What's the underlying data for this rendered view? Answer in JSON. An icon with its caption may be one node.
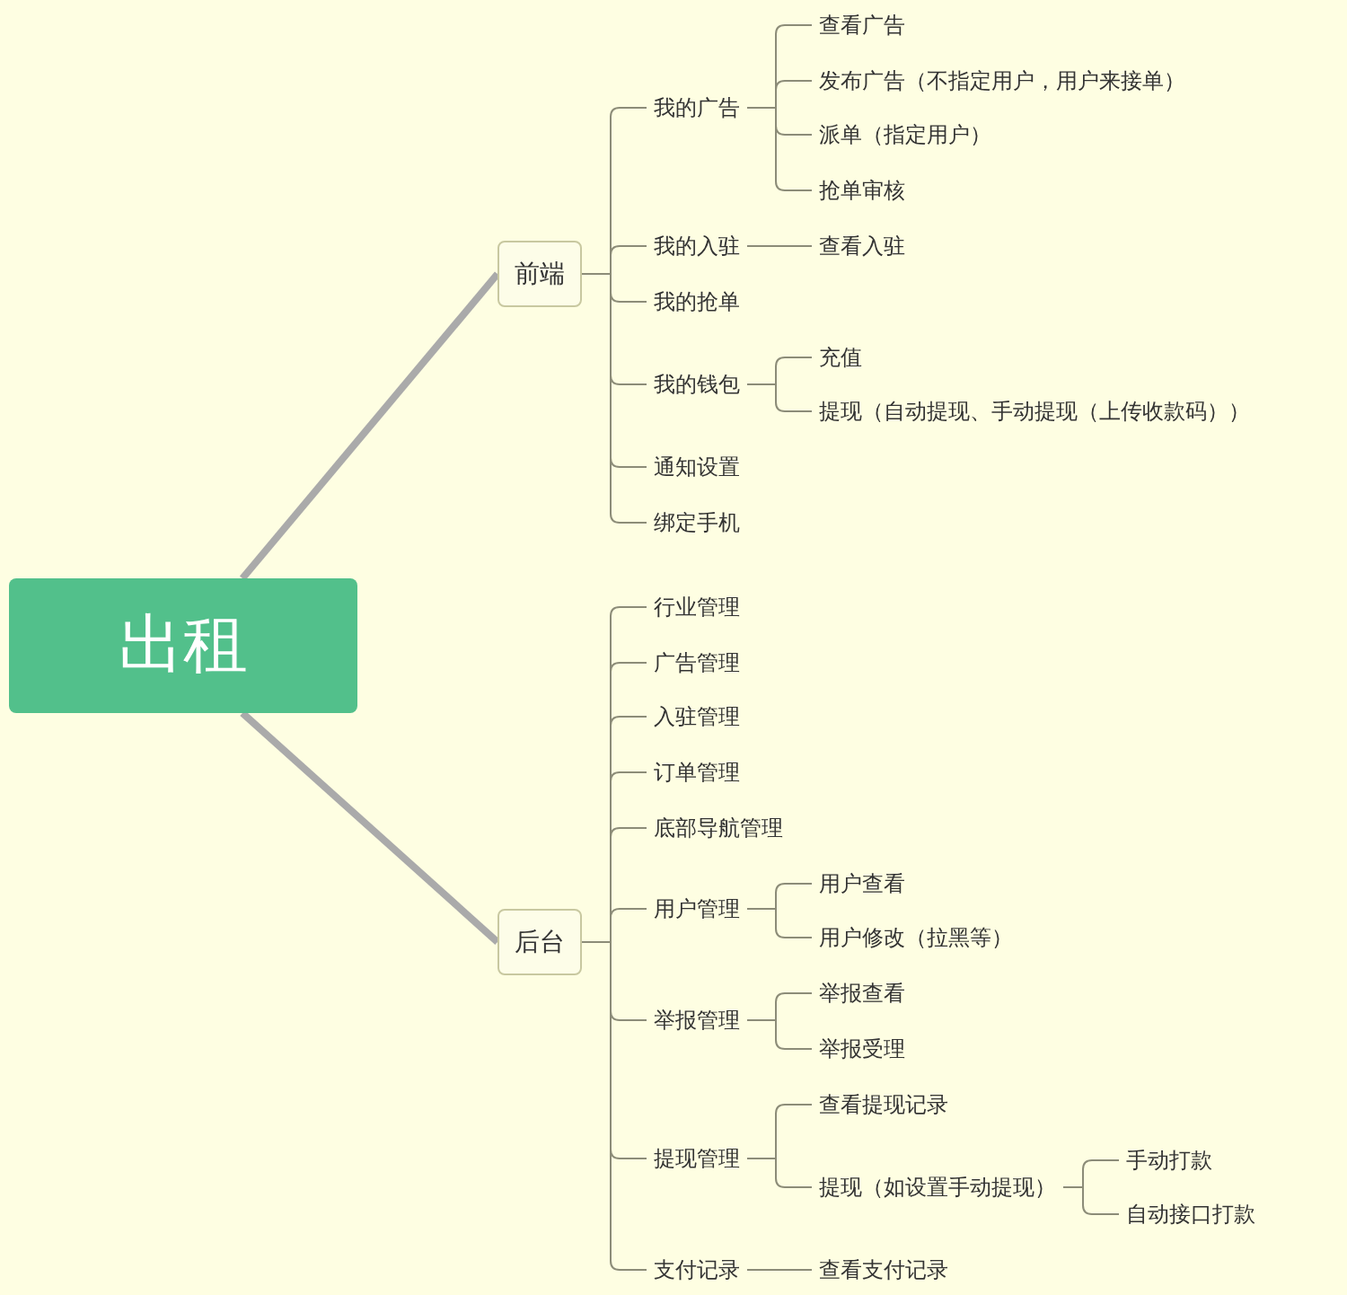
{
  "diagram": {
    "nodes": [
      {
        "text": [
          "出租"
        ]
      },
      {
        "text": [
          "前端"
        ]
      },
      {
        "text": [
          "我的广告"
        ]
      },
      {
        "text": [
          "查看广告"
        ]
      },
      {
        "text": [
          "发布广告（不指定用户，用户来接单）"
        ]
      },
      {
        "text": [
          "派单（指定用户）"
        ]
      },
      {
        "text": [
          "抢单审核"
        ]
      },
      {
        "text": [
          "我的入驻"
        ]
      },
      {
        "text": [
          "查看入驻"
        ]
      },
      {
        "text": [
          "我的抢单"
        ]
      },
      {
        "text": [
          "我的钱包"
        ]
      },
      {
        "text": [
          "充值"
        ]
      },
      {
        "text": [
          "提现（自动提现、手动提现（上传收款码））"
        ]
      },
      {
        "text": [
          "通知设置"
        ]
      },
      {
        "text": [
          "绑定手机"
        ]
      },
      {
        "text": [
          "后台"
        ]
      },
      {
        "text": [
          "行业管理"
        ]
      },
      {
        "text": [
          "广告管理"
        ]
      },
      {
        "text": [
          "入驻管理"
        ]
      },
      {
        "text": [
          "订单管理"
        ]
      },
      {
        "text": [
          "底部导航管理"
        ]
      },
      {
        "text": [
          "用户管理"
        ]
      },
      {
        "text": [
          "用户查看"
        ]
      },
      {
        "text": [
          "用户修改（拉黑等）"
        ]
      },
      {
        "text": [
          "举报管理"
        ]
      },
      {
        "text": [
          "举报查看"
        ]
      },
      {
        "text": [
          "举报受理"
        ]
      },
      {
        "text": [
          "提现管理"
        ]
      },
      {
        "text": [
          "查看提现记录"
        ]
      },
      {
        "text": [
          "提现（如设置手动提现）"
        ]
      },
      {
        "text": [
          "手动打款"
        ]
      },
      {
        "text": [
          "自动接口打款"
        ]
      },
      {
        "text": [
          "支付记录"
        ]
      },
      {
        "text": [
          "查看支付记录"
        ]
      }
    ],
    "edges": [
      {
        "from": 0,
        "to": 1,
        "arrow": "none",
        "style": "thick"
      },
      {
        "from": 1,
        "to": 2,
        "arrow": "none"
      },
      {
        "from": 2,
        "to": 3,
        "arrow": "none"
      },
      {
        "from": 2,
        "to": 4,
        "arrow": "none"
      },
      {
        "from": 2,
        "to": 5,
        "arrow": "none"
      },
      {
        "from": 2,
        "to": 6,
        "arrow": "none"
      },
      {
        "from": 1,
        "to": 7,
        "arrow": "none"
      },
      {
        "from": 7,
        "to": 8,
        "arrow": "none"
      },
      {
        "from": 1,
        "to": 9,
        "arrow": "none"
      },
      {
        "from": 1,
        "to": 10,
        "arrow": "none"
      },
      {
        "from": 10,
        "to": 11,
        "arrow": "none"
      },
      {
        "from": 10,
        "to": 12,
        "arrow": "none"
      },
      {
        "from": 1,
        "to": 13,
        "arrow": "none"
      },
      {
        "from": 1,
        "to": 14,
        "arrow": "none"
      },
      {
        "from": 0,
        "to": 15,
        "arrow": "none",
        "style": "thick"
      },
      {
        "from": 15,
        "to": 16,
        "arrow": "none"
      },
      {
        "from": 15,
        "to": 17,
        "arrow": "none"
      },
      {
        "from": 15,
        "to": 18,
        "arrow": "none"
      },
      {
        "from": 15,
        "to": 19,
        "arrow": "none"
      },
      {
        "from": 15,
        "to": 20,
        "arrow": "none"
      },
      {
        "from": 15,
        "to": 21,
        "arrow": "none"
      },
      {
        "from": 21,
        "to": 22,
        "arrow": "none"
      },
      {
        "from": 21,
        "to": 23,
        "arrow": "none"
      },
      {
        "from": 15,
        "to": 24,
        "arrow": "none"
      },
      {
        "from": 24,
        "to": 25,
        "arrow": "none"
      },
      {
        "from": 24,
        "to": 26,
        "arrow": "none"
      },
      {
        "from": 15,
        "to": 27,
        "arrow": "none"
      },
      {
        "from": 27,
        "to": 28,
        "arrow": "none"
      },
      {
        "from": 27,
        "to": 29,
        "arrow": "none"
      },
      {
        "from": 29,
        "to": 30,
        "arrow": "none"
      },
      {
        "from": 29,
        "to": 31,
        "arrow": "none"
      },
      {
        "from": 15,
        "to": 32,
        "arrow": "none"
      },
      {
        "from": 32,
        "to": 33,
        "arrow": "none"
      }
    ]
  }
}
